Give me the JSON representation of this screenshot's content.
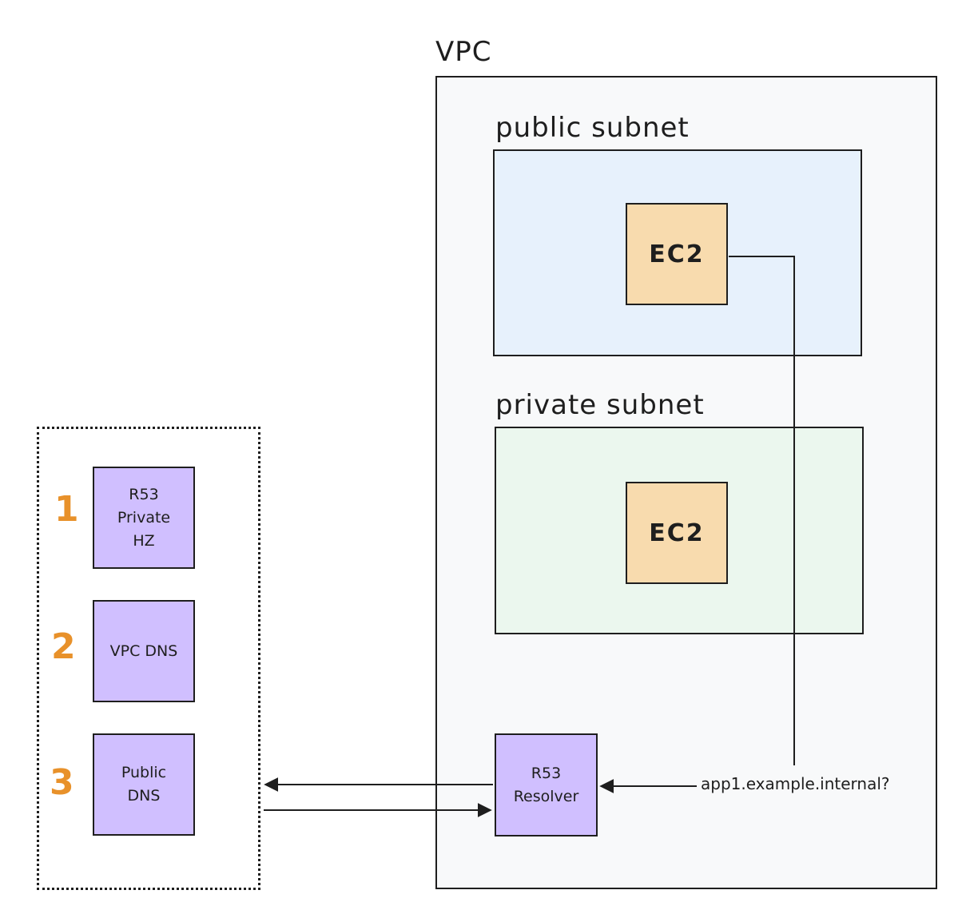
{
  "vpc": {
    "label": "VPC"
  },
  "public_subnet": {
    "label": "public subnet",
    "ec2_label": "EC2"
  },
  "private_subnet": {
    "label": "private subnet",
    "ec2_label": "EC2"
  },
  "resolvers": [
    {
      "number": "1",
      "label": "R53\nPrivate\nHZ"
    },
    {
      "number": "2",
      "label": "VPC DNS"
    },
    {
      "number": "3",
      "label": "Public\nDNS"
    }
  ],
  "r53_resolver": {
    "label": "R53\nResolver"
  },
  "query": {
    "text": "app1.example.internal?"
  },
  "colors": {
    "vpc_fill": "#f8f9fa",
    "public_subnet_fill": "#e7f1fc",
    "private_subnet_fill": "#ebf7ee",
    "ec2_fill": "#f8dbae",
    "dns_fill": "#d0bfff",
    "number_color": "#e8912a",
    "stroke": "#1e1e1e"
  }
}
